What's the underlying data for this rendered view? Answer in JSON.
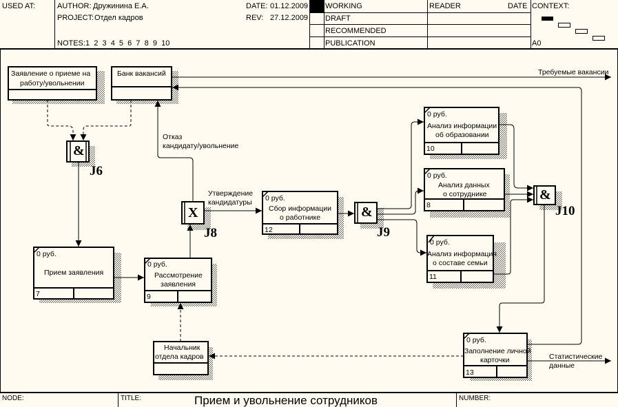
{
  "header": {
    "used_at_label": "USED AT:",
    "author_label": "AUTHOR:",
    "author": "Дружинина Е.А.",
    "project_label": "PROJECT:",
    "project": "Отдел кадров",
    "date_label": "DATE:",
    "date": "01.12.2009",
    "rev_label": "REV:",
    "rev": "27.12.2009",
    "notes_label": "NOTES:",
    "notes": "1  2  3  4  5  6  7  8  9  10",
    "status": [
      {
        "label": "WORKING",
        "selected": true
      },
      {
        "label": "DRAFT",
        "selected": false
      },
      {
        "label": "RECOMMENDED",
        "selected": false
      },
      {
        "label": "PUBLICATION",
        "selected": false
      }
    ],
    "reader_label": "READER",
    "reader_date_label": "DATE",
    "context_label": "CONTEXT:",
    "context_node": "A0"
  },
  "footer": {
    "node_label": "NODE:",
    "title_label": "TITLE:",
    "title": "Прием и увольнение сотрудников",
    "number_label": "NUMBER:"
  },
  "referents": [
    {
      "id": "ref-application",
      "line1": "Заявление о приеме на",
      "line2": "работу/увольнении"
    },
    {
      "id": "ref-vacancy-bank",
      "line1": "Банк вакансий",
      "line2": ""
    },
    {
      "id": "ref-hr-head",
      "line1": "Начальник",
      "line2": "отдела кадров"
    }
  ],
  "units": [
    {
      "id": "uow-7",
      "cost": "0 руб.",
      "line1": "Прием заявления",
      "line2": "",
      "number": "7"
    },
    {
      "id": "uow-9",
      "cost": "0 руб.",
      "line1": "Рассмотрение",
      "line2": "заявления",
      "number": "9"
    },
    {
      "id": "uow-12",
      "cost": "0 руб.",
      "line1": "Сбор информации",
      "line2": "о работнике",
      "number": "12"
    },
    {
      "id": "uow-10",
      "cost": "0 руб.",
      "line1": "Анализ информации",
      "line2": "об образовании",
      "number": "10"
    },
    {
      "id": "uow-8",
      "cost": "0 руб.",
      "line1": "Анализ данных",
      "line2": "о сотруднике",
      "number": "8"
    },
    {
      "id": "uow-11",
      "cost": "0 руб.",
      "line1": "Анализ информация",
      "line2": "о составе семьи",
      "number": "11"
    },
    {
      "id": "uow-13",
      "cost": "0 руб.",
      "line1": "Заполнение личной",
      "line2": "карточки",
      "number": "13"
    }
  ],
  "junctions": [
    {
      "id": "J6",
      "symbol": "&"
    },
    {
      "id": "J8",
      "symbol": "X"
    },
    {
      "id": "J9",
      "symbol": "&"
    },
    {
      "id": "J10",
      "symbol": "&"
    }
  ],
  "arrow_labels": {
    "required_vacancies": "Требуемые вакансии",
    "refusal_line1": "Отказ",
    "refusal_line2": "кандидату/увольнение",
    "approval_line1": "Утверждение",
    "approval_line2": "кандидатуры",
    "stats_line1": "Статистические",
    "stats_line2": "данные"
  }
}
